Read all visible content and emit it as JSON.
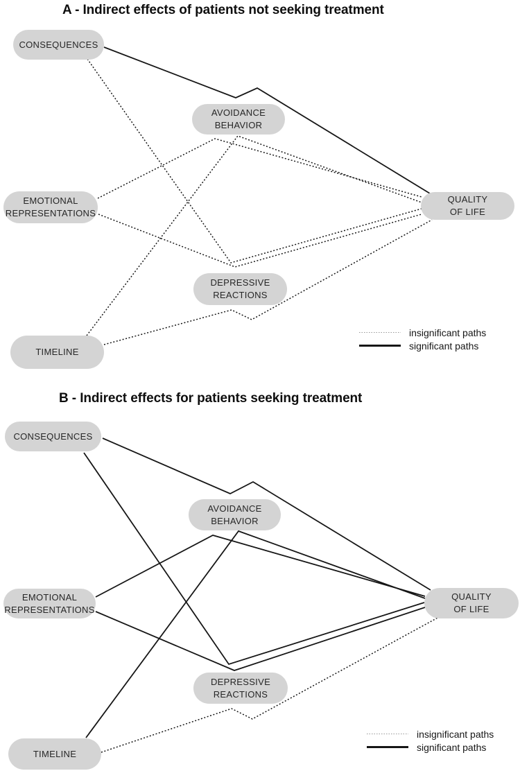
{
  "colors": {
    "background": "#ffffff",
    "node_fill": "#d4d4d4",
    "node_text": "#262626",
    "line": "#161616",
    "legend_dotted": "#979797"
  },
  "panels": [
    {
      "id": "a",
      "title": "A - Indirect effects of patients not seeking treatment",
      "nodes": [
        {
          "id": "consequences",
          "lines": [
            "CONSEQUENCES"
          ]
        },
        {
          "id": "avoidance",
          "lines": [
            "AVOIDANCE",
            "BEHAVIOR"
          ]
        },
        {
          "id": "emotional",
          "lines": [
            "EMOTIONAL",
            "REPRESENTATIONS"
          ]
        },
        {
          "id": "depressive",
          "lines": [
            "DEPRESSIVE",
            "REACTIONS"
          ]
        },
        {
          "id": "timeline",
          "lines": [
            "TIMELINE"
          ]
        },
        {
          "id": "qol",
          "lines": [
            "QUALITY",
            "OF LIFE"
          ]
        }
      ],
      "edges": [
        {
          "from": "CONSEQUENCES",
          "via": "AVOIDANCE BEHAVIOR",
          "to": "QUALITY OF LIFE",
          "significant": true
        },
        {
          "from": "EMOTIONAL REPRESENTATIONS",
          "via": "AVOIDANCE BEHAVIOR",
          "to": "QUALITY OF LIFE",
          "significant": false
        },
        {
          "from": "TIMELINE",
          "via": "AVOIDANCE BEHAVIOR",
          "to": "QUALITY OF LIFE",
          "significant": false
        },
        {
          "from": "CONSEQUENCES",
          "via": "DEPRESSIVE REACTIONS",
          "to": "QUALITY OF LIFE",
          "significant": false
        },
        {
          "from": "EMOTIONAL REPRESENTATIONS",
          "via": "DEPRESSIVE REACTIONS",
          "to": "QUALITY OF LIFE",
          "significant": false
        },
        {
          "from": "TIMELINE",
          "via": "DEPRESSIVE REACTIONS",
          "to": "QUALITY OF LIFE",
          "significant": false
        }
      ],
      "legend": {
        "insignificant_label": "insignificant paths",
        "significant_label": "significant paths"
      }
    },
    {
      "id": "b",
      "title": "B - Indirect effects for patients seeking treatment",
      "nodes": [
        {
          "id": "consequences",
          "lines": [
            "CONSEQUENCES"
          ]
        },
        {
          "id": "avoidance",
          "lines": [
            "AVOIDANCE",
            "BEHAVIOR"
          ]
        },
        {
          "id": "emotional",
          "lines": [
            "EMOTIONAL",
            "REPRESENTATIONS"
          ]
        },
        {
          "id": "depressive",
          "lines": [
            "DEPRESSIVE",
            "REACTIONS"
          ]
        },
        {
          "id": "timeline",
          "lines": [
            "TIMELINE"
          ]
        },
        {
          "id": "qol",
          "lines": [
            "QUALITY",
            "OF LIFE"
          ]
        }
      ],
      "edges": [
        {
          "from": "CONSEQUENCES",
          "via": "AVOIDANCE BEHAVIOR",
          "to": "QUALITY OF LIFE",
          "significant": true
        },
        {
          "from": "EMOTIONAL REPRESENTATIONS",
          "via": "AVOIDANCE BEHAVIOR",
          "to": "QUALITY OF LIFE",
          "significant": true
        },
        {
          "from": "TIMELINE",
          "via": "AVOIDANCE BEHAVIOR",
          "to": "QUALITY OF LIFE",
          "significant": true
        },
        {
          "from": "CONSEQUENCES",
          "via": "DEPRESSIVE REACTIONS",
          "to": "QUALITY OF LIFE",
          "significant": true
        },
        {
          "from": "EMOTIONAL REPRESENTATIONS",
          "via": "DEPRESSIVE REACTIONS",
          "to": "QUALITY OF LIFE",
          "significant": true
        },
        {
          "from": "TIMELINE",
          "via": "DEPRESSIVE REACTIONS",
          "to": "QUALITY OF LIFE",
          "significant": false
        }
      ],
      "legend": {
        "insignificant_label": "insignificant paths",
        "significant_label": "significant paths"
      }
    }
  ]
}
